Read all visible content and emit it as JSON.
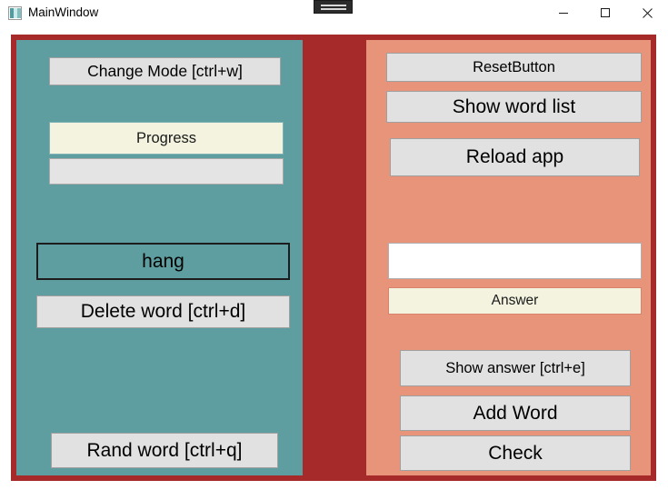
{
  "window": {
    "title": "MainWindow",
    "icon": "app-icon",
    "controls": [
      {
        "name": "minimize-button",
        "glyph": "minimize-icon"
      },
      {
        "name": "maximize-button",
        "glyph": "maximize-icon"
      },
      {
        "name": "close-button",
        "glyph": "close-icon"
      }
    ]
  },
  "colors": {
    "window_background": "#a62a2a",
    "left_panel": "#5f9ea0",
    "right_panel": "#e8947a",
    "button_face": "#e1e1e1",
    "label_beige": "#f3f3df",
    "input_background": "#ffffff",
    "text": "#000000"
  },
  "left_panel": {
    "change_mode_button": "Change Mode [ctrl+w]",
    "progress_label": "Progress",
    "progress_bar_value": "",
    "hang_label": "hang",
    "delete_word_button": "Delete word [ctrl+d]",
    "rand_word_button": "Rand word [ctrl+q]"
  },
  "right_panel": {
    "reset_button": "ResetButton",
    "show_word_list_button": "Show word list",
    "reload_app_button": "Reload app",
    "answer_input_value": "",
    "answer_input_placeholder": "",
    "answer_label": "Answer",
    "show_answer_button": "Show answer [ctrl+e]",
    "add_word_button": "Add Word",
    "check_button": "Check"
  }
}
